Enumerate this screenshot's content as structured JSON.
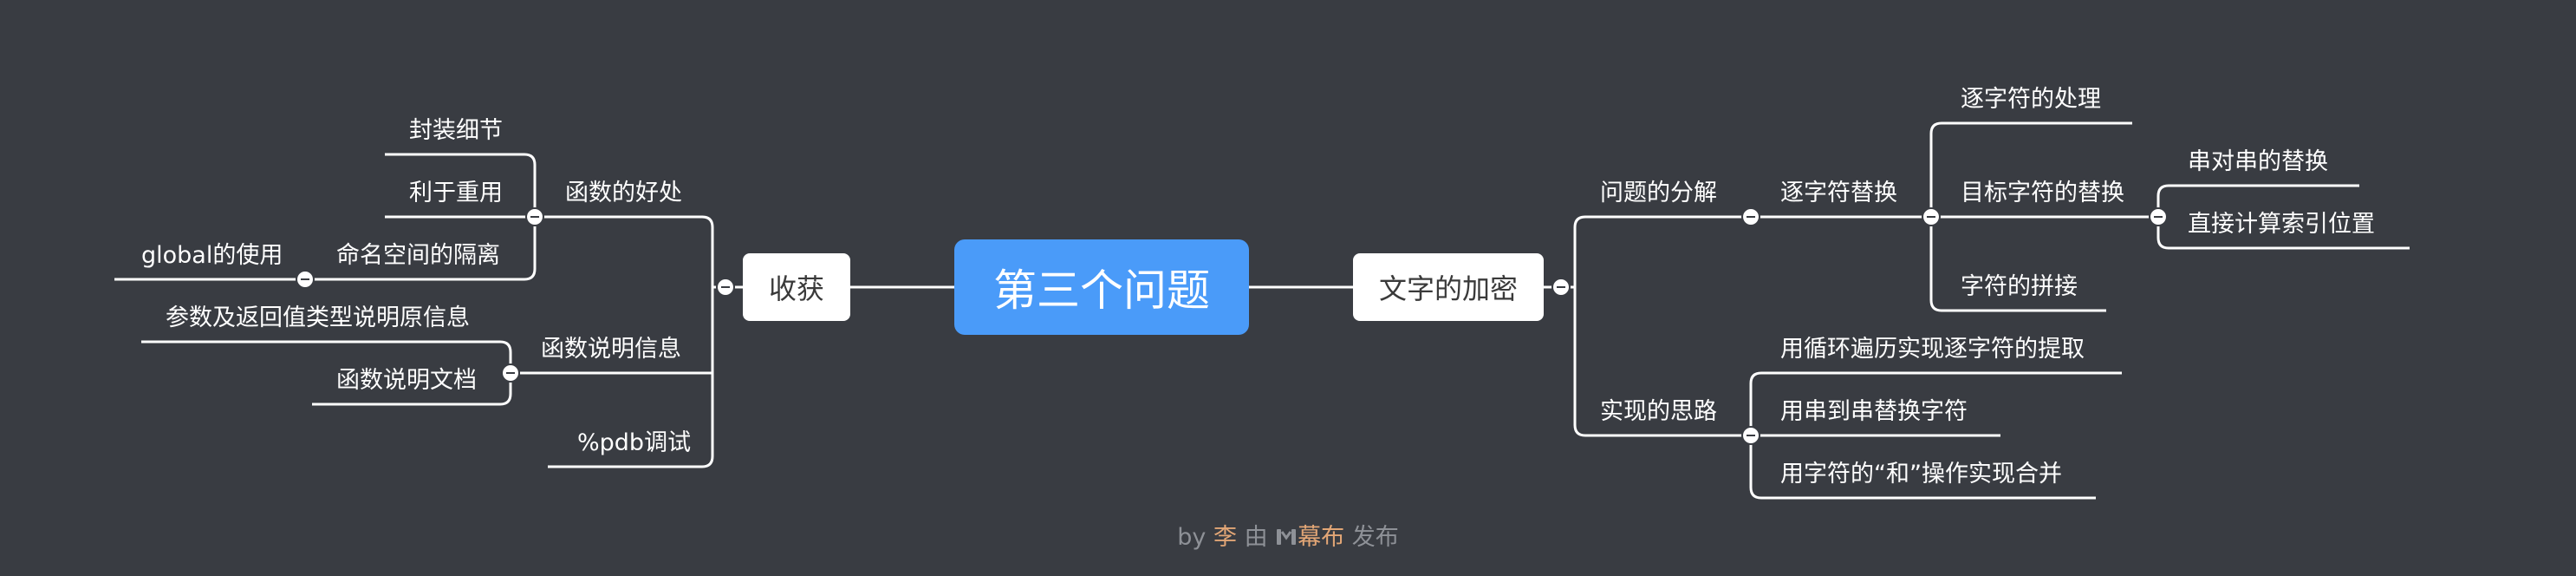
{
  "central": "第三个问题",
  "left": {
    "main": "收获",
    "sub1": {
      "label": "函数的好处",
      "children": [
        "封装细节",
        "利于重用",
        "命名空间的隔离"
      ],
      "grandchild": "global的使用"
    },
    "sub2": {
      "label": "函数说明信息",
      "children": [
        "参数及返回值类型说明原信息",
        "函数说明文档"
      ]
    },
    "sub3": {
      "label": "%pdb调试"
    }
  },
  "right": {
    "main": "文字的加密",
    "sub1": {
      "label": "问题的分解",
      "child": "逐字符替换",
      "grandchildren": [
        "逐字符的处理",
        "目标字符的替换",
        "字符的拼接"
      ],
      "great": [
        "串对串的替换",
        "直接计算索引位置"
      ]
    },
    "sub2": {
      "label": "实现的思路",
      "children": [
        "用循环遍历实现逐字符的提取",
        "用串到串替换字符",
        "用字符的“和”操作实现合并"
      ]
    }
  },
  "footer": {
    "by": "by",
    "author": "李",
    "mid": "由",
    "brand": "幕布",
    "publish": "发布"
  },
  "colors": {
    "background": "#393c42",
    "central": "#4a9bf9",
    "line": "#ffffff",
    "accent": "#e2a676"
  }
}
